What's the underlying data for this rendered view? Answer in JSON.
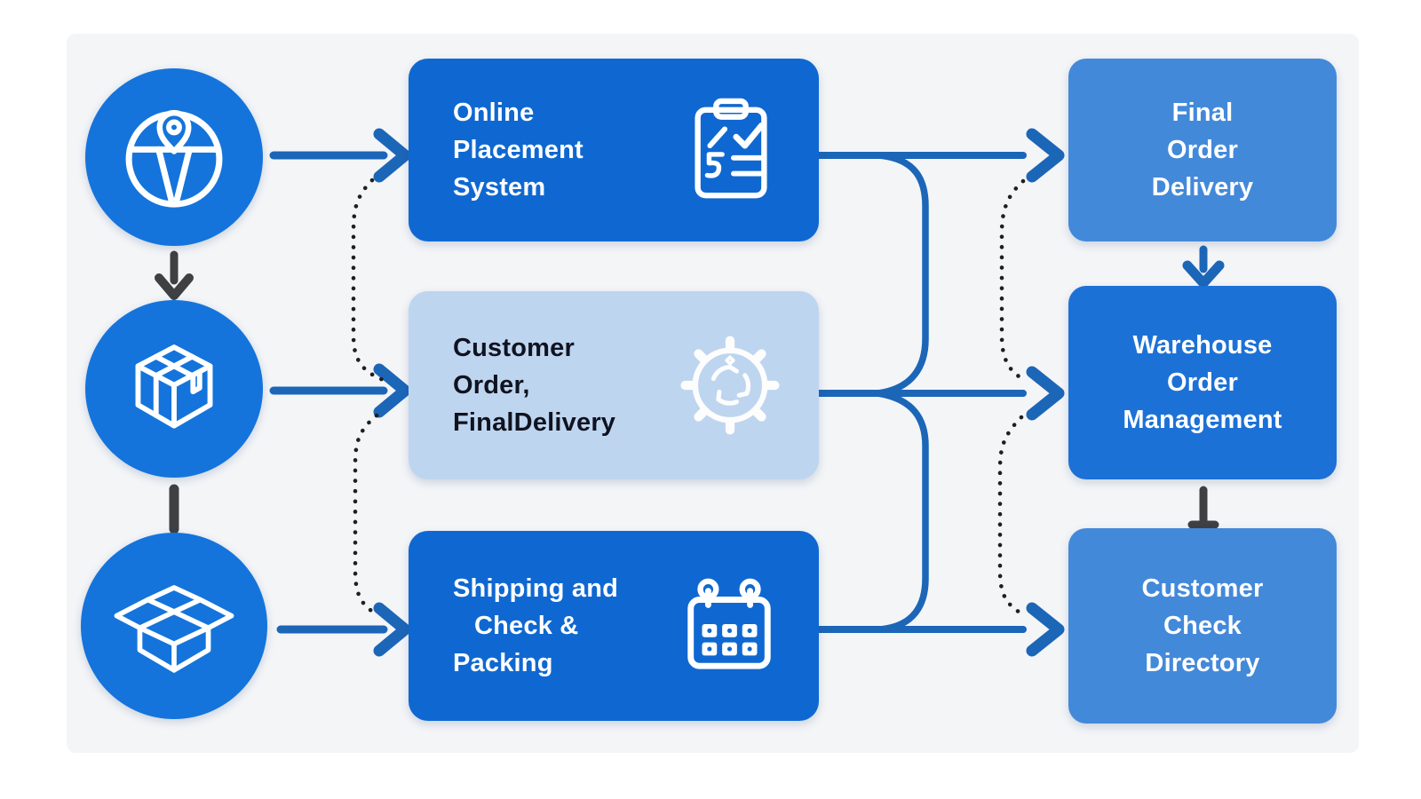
{
  "palette": {
    "page_bg": "#ffffff",
    "panel_bg": "#f4f5f7",
    "circle_fill": "#1474dc",
    "process_dark_fill": "#0f68d1",
    "process_light_fill": "#bed5f0",
    "result_medium_fill": "#4389da",
    "result_dark_fill": "#1c71d6",
    "connector_blue": "#1c66b8",
    "connector_dark": "#3e4042",
    "dotted_line_color": "#1f1f1f",
    "text_on_dark": "#ffffff",
    "text_on_light": "#10131f"
  },
  "source_nodes": [
    {
      "icon": "globe-location-pin-icon"
    },
    {
      "icon": "sealed-package-icon"
    },
    {
      "icon": "open-box-icon"
    }
  ],
  "process_nodes": [
    {
      "icon": "clipboard-checklist-icon",
      "lines": [
        "Online",
        "Placement",
        "System"
      ]
    },
    {
      "icon": "gear-process-icon",
      "lines": [
        "Customer",
        "Order,",
        "FinalDelivery"
      ]
    },
    {
      "icon": "calendar-icon",
      "lines": [
        "Shipping and",
        "Check &",
        "Packing"
      ]
    }
  ],
  "result_nodes": [
    {
      "lines": [
        "Final",
        "Order",
        "Delivery"
      ]
    },
    {
      "lines": [
        "Warehouse",
        "Order",
        "Management"
      ]
    },
    {
      "lines": [
        "Customer",
        "Check",
        "Directory"
      ]
    }
  ]
}
